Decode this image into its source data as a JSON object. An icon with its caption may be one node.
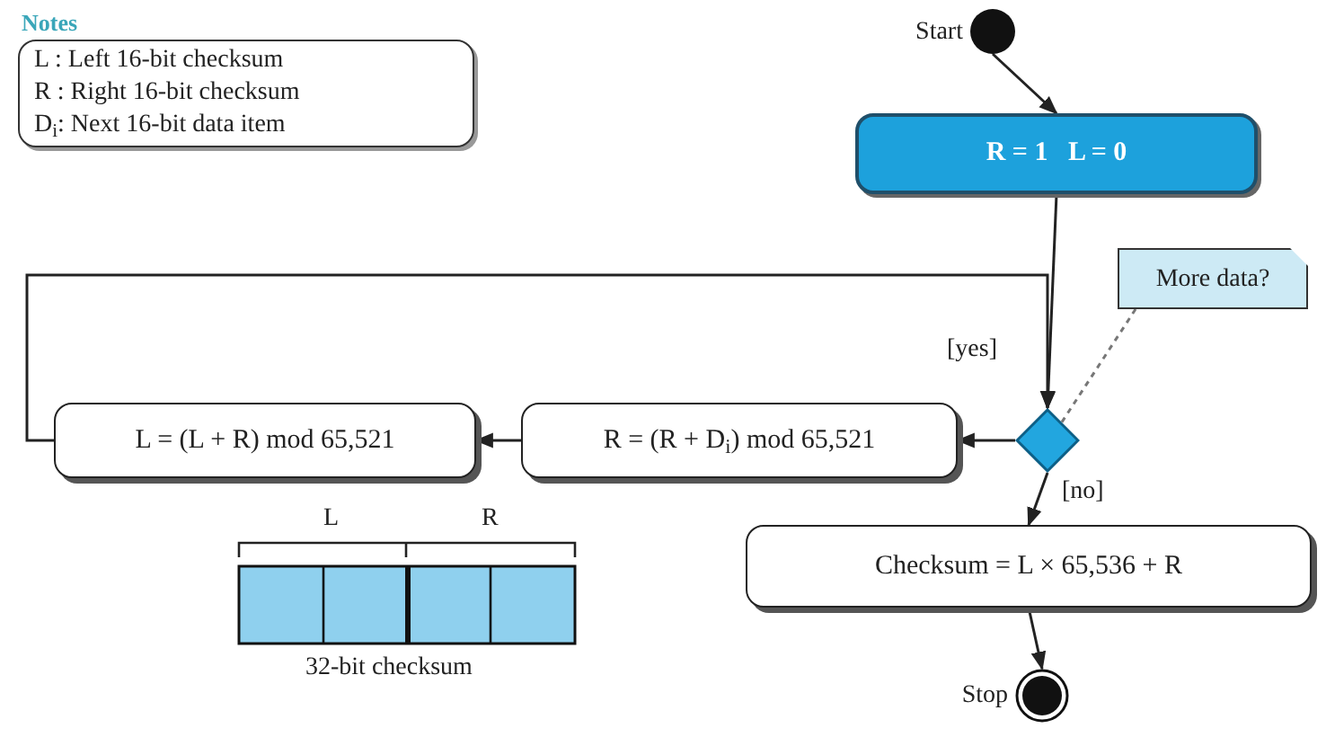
{
  "diagram": {
    "nodes": [
      {
        "text": [
          "Notes",
          "L : Left 16-bit checksum",
          "R : Right 16-bit checksum",
          "D$_{i}$: Next 16-bit data item"
        ]
      },
      {
        "text": [],
        "shape": "circle",
        "beside": [
          "Start"
        ]
      },
      {
        "text": [
          "R = 1   L = 0"
        ]
      },
      {
        "text": [],
        "shape": "diamond"
      },
      {
        "text": [
          "More data?"
        ]
      },
      {
        "text": [
          "R = (R + D$_{i}$) mod 65,521"
        ]
      },
      {
        "text": [
          "L = (L + R) mod 65,521"
        ]
      },
      {
        "text": [
          "Checksum = L × 65,536 + R"
        ]
      },
      {
        "text": [],
        "shape": "circle",
        "beside": [
          "Stop"
        ]
      }
    ],
    "edges": [
      {
        "from": 1,
        "to": 2,
        "arrow": "to"
      },
      {
        "from": 2,
        "to": 3,
        "arrow": "to"
      },
      {
        "from": 6,
        "to": 3,
        "arrow": "to"
      },
      {
        "from": 3,
        "to": 5,
        "arrow": "to",
        "label": "[yes]"
      },
      {
        "from": 5,
        "to": 6,
        "arrow": "to"
      },
      {
        "from": 3,
        "to": 7,
        "arrow": "to",
        "label": "[no]"
      },
      {
        "from": 7,
        "to": 8,
        "arrow": "to"
      },
      {
        "from": 4,
        "to": 3,
        "arrow": "none",
        "style": "dashed"
      }
    ],
    "labels": [
      "L",
      "R",
      "32-bit checksum"
    ]
  }
}
